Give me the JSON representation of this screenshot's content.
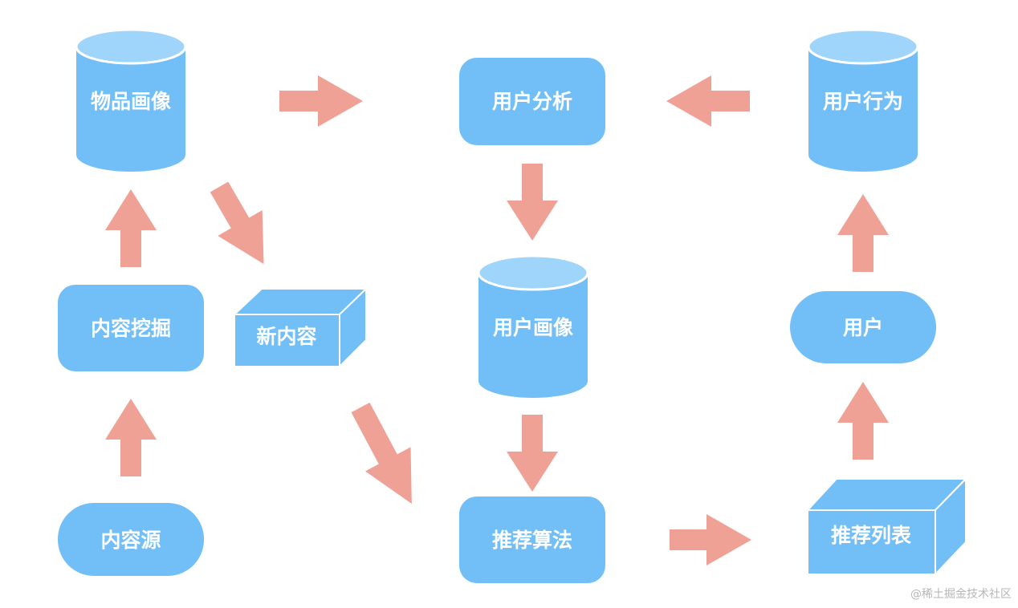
{
  "colors": {
    "node_fill": "#72bff8",
    "node_top": "#9fd5fb",
    "node_stroke": "#ffffff",
    "arrow": "#f0a196"
  },
  "nodes": {
    "item_profile": "物品画像",
    "user_analysis": "用户分析",
    "user_behavior": "用户行为",
    "content_mining": "内容挖掘",
    "new_content": "新内容",
    "user_profile": "用户画像",
    "user": "用户",
    "content_source": "内容源",
    "rec_algorithm": "推荐算法",
    "rec_list": "推荐列表"
  },
  "watermark": "@稀土掘金技术社区"
}
